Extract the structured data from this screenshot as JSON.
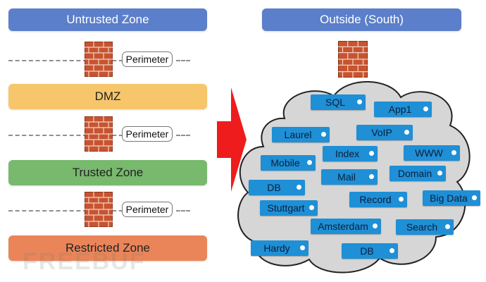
{
  "left": {
    "header": "Untrusted Zone",
    "perimeter_label": "Perimeter",
    "zones": {
      "dmz": "DMZ",
      "trusted": "Trusted Zone",
      "restricted": "Restricted Zone"
    }
  },
  "right": {
    "header": "Outside (South)",
    "services": [
      "SQL",
      "App1",
      "Laurel",
      "VoIP",
      "Index",
      "WWW",
      "Mobile",
      "Mail",
      "Domain",
      "DB",
      "Record",
      "Big Data",
      "Stuttgart",
      "Amsterdam",
      "Search",
      "Hardy",
      "DB"
    ]
  },
  "watermark": "FREEBUF",
  "colors": {
    "header": "#5b7fca",
    "dmz": "#f7c66a",
    "trusted": "#78b96d",
    "restricted": "#ea8559",
    "tag": "#1f8fd6",
    "cloud": "#d6d6d6",
    "arrow": "#ee1c1c",
    "brick": "#c75430"
  },
  "icons": [
    "firewall-icon",
    "red-arrow",
    "cloud-shape"
  ]
}
